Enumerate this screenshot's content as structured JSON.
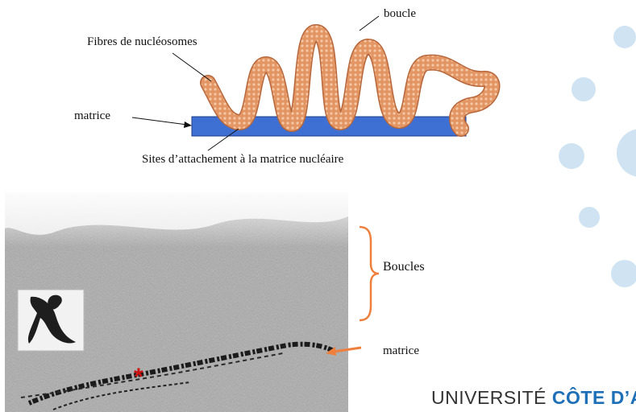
{
  "diagram": {
    "labels": {
      "loop": "boucle",
      "fiber": "Fibres de nucléosomes",
      "matrix": "matrice",
      "attachment": "Sites d’attachement à la matrice nucléaire"
    },
    "colors": {
      "matrix_bar": "#3e6fd3",
      "fiber_fill": "#e39563",
      "fiber_dots": "#f5c9a8",
      "bracket": "#ef7f3c",
      "arrow": "#ef7f3c",
      "asterisk": "#cc1111"
    }
  },
  "micrograph": {
    "labels": {
      "loops": "Boucles",
      "matrix": "matrice",
      "marker": "*"
    }
  },
  "logo": {
    "text_light": "UNIVERSITÉ ",
    "text_bold": "CÔTE D’A"
  }
}
